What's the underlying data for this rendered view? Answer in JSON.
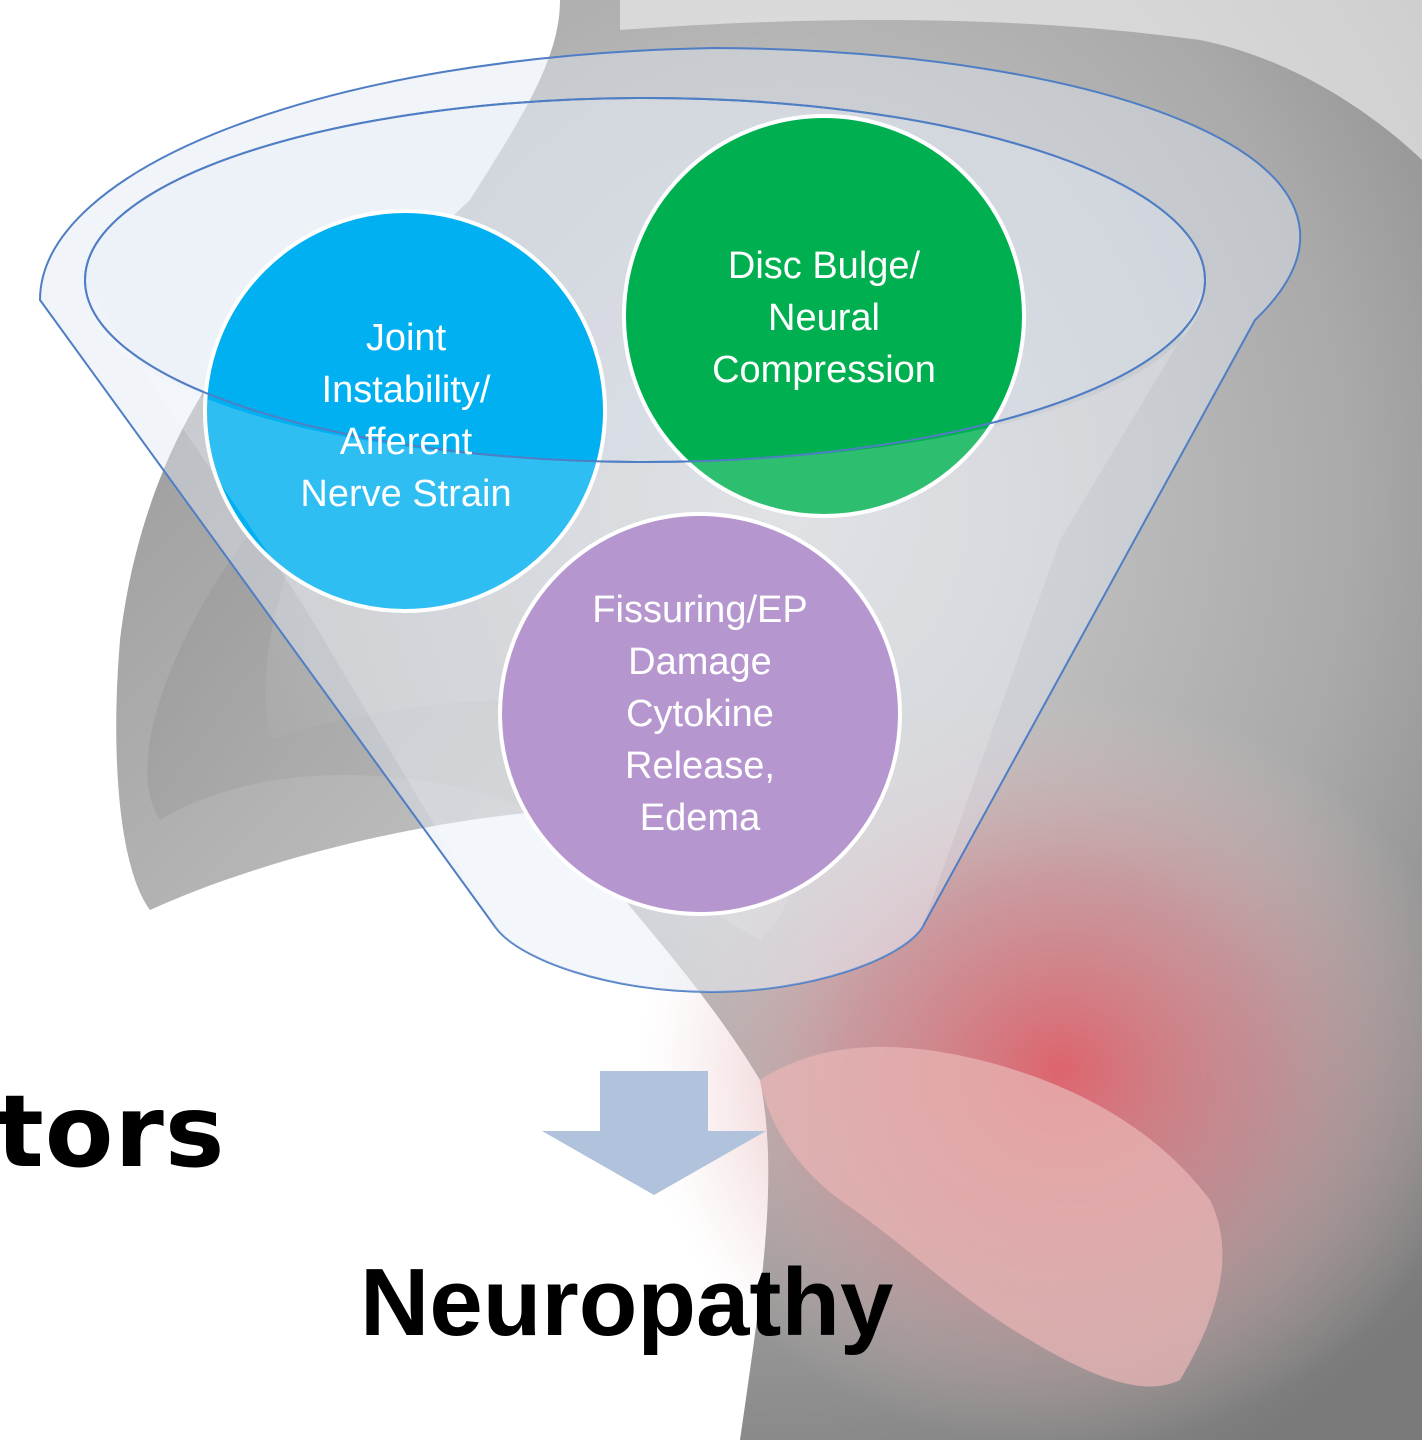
{
  "funnel": {
    "items": [
      {
        "lines": [
          "Joint",
          "Instability/",
          "Afferent",
          "Nerve Strain"
        ],
        "color": "#00b0f0"
      },
      {
        "lines": [
          "Disc Bulge/",
          "Neural",
          "Compression"
        ],
        "color": "#00b050"
      },
      {
        "lines": [
          "Fissuring/EP",
          "Damage",
          "Cytokine",
          "Release,",
          "Edema"
        ],
        "color": "#a67fc4"
      }
    ]
  },
  "left_partial_text": "tors",
  "outcome": "Neuropathy",
  "colors": {
    "arrow": "#b0c2dc",
    "funnel_outline": "#4f7ec4",
    "funnel_fill": "#dfe6f1",
    "background_glow": "#d0505a"
  },
  "background_image": "photo of a person's bare back holding lower back in pain"
}
